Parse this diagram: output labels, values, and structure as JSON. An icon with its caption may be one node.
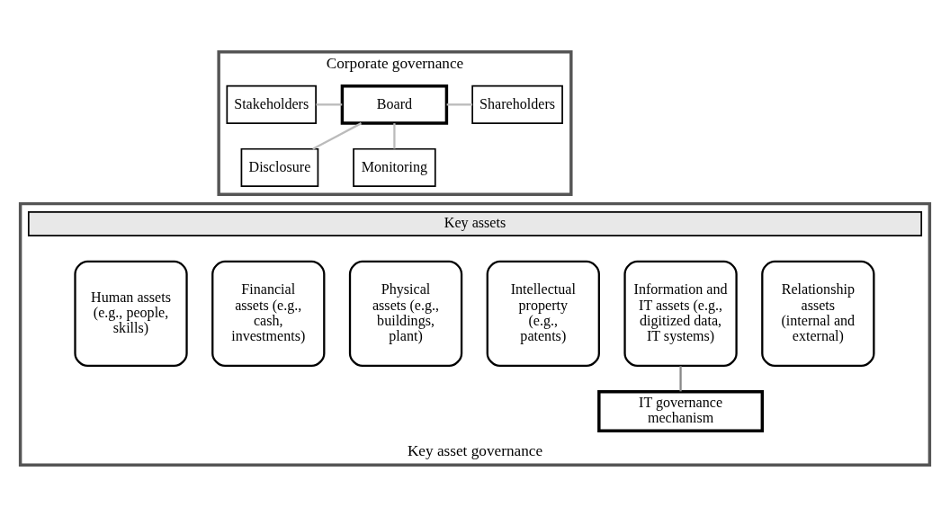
{
  "diagram": {
    "nodes": [
      {
        "text": [
          "Corporate governance"
        ]
      },
      {
        "text": [
          "Shareholders"
        ],
        "in": 0
      },
      {
        "text": [
          "Stakeholders"
        ],
        "in": 0
      },
      {
        "text": [
          "Board"
        ],
        "in": 0
      },
      {
        "text": [
          "Monitoring"
        ],
        "in": 0
      },
      {
        "text": [
          "Disclosure"
        ],
        "in": 0
      },
      {
        "text": [
          "Key asset governance"
        ]
      },
      {
        "text": [
          "Key assets"
        ],
        "in": 6
      },
      {
        "text": [
          "Human assets (e.g., people, skills)"
        ],
        "in": 6
      },
      {
        "text": [
          "Financial assets (e.g., cash, investments)"
        ],
        "in": 6
      },
      {
        "text": [
          "Physical assets (e.g., buildings, plant)"
        ],
        "in": 6
      },
      {
        "text": [
          "Intellectual property (e.g., patents)"
        ],
        "in": 6
      },
      {
        "text": [
          "Information and IT assets (e.g., digitized data, IT systems)"
        ],
        "in": 6
      },
      {
        "text": [
          "Relationship assets (internal and external)"
        ],
        "in": 6
      },
      {
        "text": [
          "IT governance mechanism"
        ],
        "in": 6
      }
    ],
    "edges": [
      {
        "from": 3,
        "to": 1,
        "arrow": "none"
      },
      {
        "from": 3,
        "to": 2,
        "arrow": "none"
      },
      {
        "from": 3,
        "to": 4,
        "arrow": "none"
      },
      {
        "from": 3,
        "to": 5,
        "arrow": "none"
      },
      {
        "from": 12,
        "to": 14,
        "arrow": "none",
        "color": "#888888"
      }
    ]
  }
}
